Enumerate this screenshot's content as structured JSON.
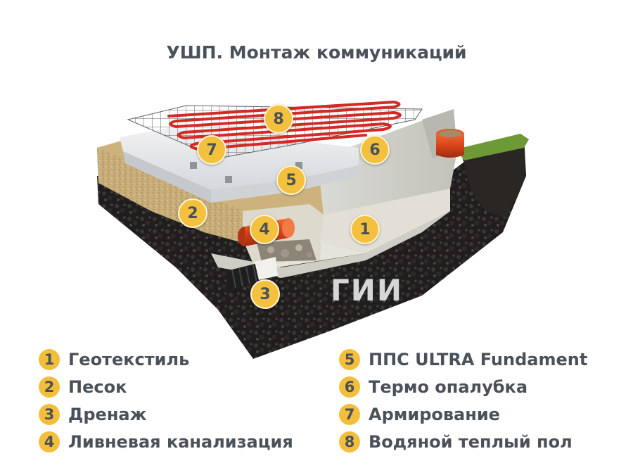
{
  "title": "УШП. Монтаж коммуникаций",
  "watermark": "ГИИ",
  "colors": {
    "badge": "#f3bf3b",
    "text": "#4b5159",
    "heating_pipe": "#d42a25",
    "eps": "#e9eaec",
    "sand": "#c9ae7a",
    "gravel": "#1e1d1d",
    "drain_pipe": "#e0491c",
    "grass": "#6d9a34"
  },
  "markers": [
    {
      "num": "1",
      "icon": "geotextile-marker"
    },
    {
      "num": "2",
      "icon": "sand-marker"
    },
    {
      "num": "3",
      "icon": "drainage-marker"
    },
    {
      "num": "4",
      "icon": "storm-sewer-marker"
    },
    {
      "num": "5",
      "icon": "eps-marker"
    },
    {
      "num": "6",
      "icon": "formwork-marker"
    },
    {
      "num": "7",
      "icon": "reinforcement-marker"
    },
    {
      "num": "8",
      "icon": "floor-heating-marker"
    }
  ],
  "legend": [
    {
      "num": "1",
      "label": "Геотекстиль"
    },
    {
      "num": "2",
      "label": "Песок"
    },
    {
      "num": "3",
      "label": "Дренаж"
    },
    {
      "num": "4",
      "label": "Ливневая канализация"
    },
    {
      "num": "5",
      "label": "ППС ULTRA Fundament"
    },
    {
      "num": "6",
      "label": "Термо опалубка"
    },
    {
      "num": "7",
      "label": "Армирование"
    },
    {
      "num": "8",
      "label": "Водяной теплый пол"
    }
  ]
}
